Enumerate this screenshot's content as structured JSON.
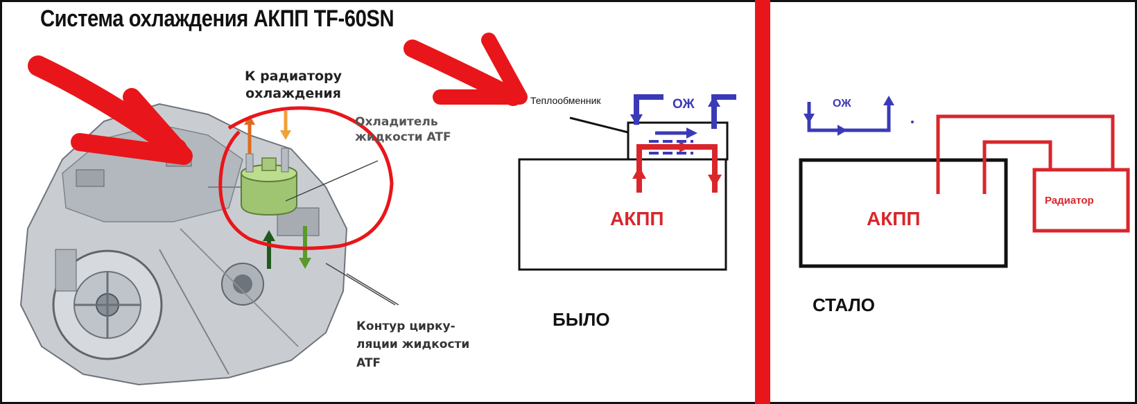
{
  "title": "Система охлаждения АКПП TF-60SN",
  "labels": {
    "to_radiator": "К радиатору охлаждения",
    "atf_cooler": "Охладитель жидкости ATF",
    "circuit": "Контур цирку- ляции жидкости ATF"
  },
  "before": {
    "caption": "БЫЛО",
    "unit": "АКПП",
    "heat_exchanger": "Теплообменник",
    "coolant": "ОЖ"
  },
  "after": {
    "caption": "СТАЛО",
    "unit": "АКПП",
    "radiator": "Радиатор",
    "coolant": "ОЖ"
  },
  "colors": {
    "red": "#d9262b",
    "blue": "#3a3ab8",
    "black": "#111111",
    "divider": "#e8161a"
  }
}
